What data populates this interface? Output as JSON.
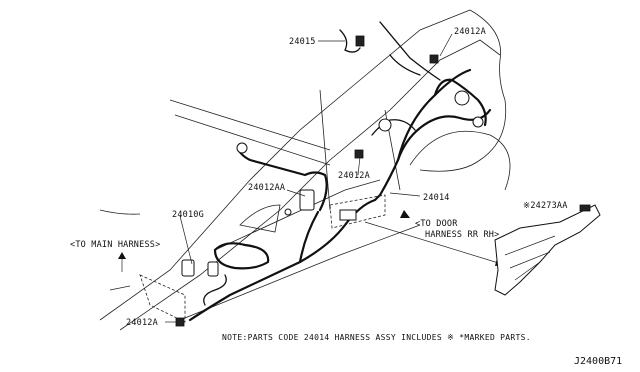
{
  "labels": {
    "p24015": "24015",
    "p24012A_top": "24012A",
    "p24012AA": "24012AA",
    "p24012A_mid": "24012A",
    "p24014": "24014",
    "p24010G": "24010G",
    "p24012A_bottom": "24012A",
    "p24273AA": "※24273AA"
  },
  "annotations": {
    "to_main_harness": "<TO MAIN HARNESS>",
    "to_door_line1": "<TO DOOR",
    "to_door_line2": "HARNESS RR RH>"
  },
  "note": "NOTE:PARTS CODE 24014 HARNESS ASSY INCLUDES ※ *MARKED PARTS.",
  "diagram_ref": "J2400B71"
}
